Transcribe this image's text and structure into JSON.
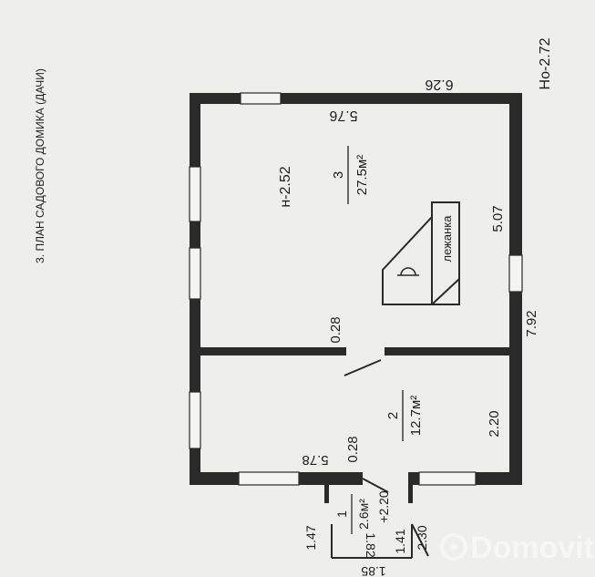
{
  "title": "3. ПЛАН САДОВОГО ДОМИКА (ДАЧИ)",
  "height_total": "Но-2.72",
  "dimensions": {
    "outer_top": "6.26",
    "inner_top": "5.76",
    "right_upper": "5.07",
    "right_total": "7.92",
    "right_lower": "2.20",
    "partition_thickness": "0.28",
    "bottom_wall": "0.28",
    "lower_inner": "5.78",
    "porch_outer": "1.85",
    "porch_left": "1.47",
    "porch_inner": "1.82",
    "porch_depth": "1.41",
    "porch_height": "+2.20",
    "porch_right": "2.30"
  },
  "rooms": [
    {
      "number": "3",
      "area": "27.5м²",
      "height": "н-2.52"
    },
    {
      "number": "2",
      "area": "12.7м²"
    },
    {
      "number": "1",
      "area": "2.6м²"
    }
  ],
  "stove_label": "лежанка",
  "watermark": "Domovita"
}
